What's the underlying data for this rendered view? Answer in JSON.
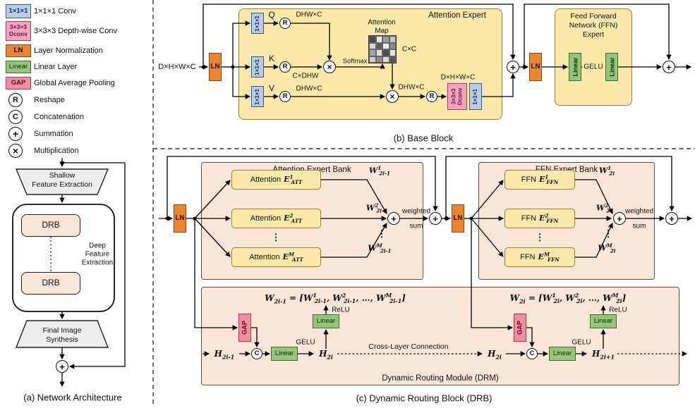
{
  "colors": {
    "blue_fill": "#b9cde7",
    "blue_border": "#39598c",
    "dconv_fill": "#f2a3c0",
    "dconv_border": "#ad3a68",
    "ln_fill": "#e9862e",
    "ln_border": "#8a4513",
    "linear_fill": "#94c47d",
    "linear_border": "#3e6b27",
    "gap_fill": "#f28da1",
    "gap_border": "#a83a50",
    "expert_fill": "#fce9a9",
    "expert_border": "#94803a",
    "peach_fill": "#fbe5d7",
    "trap_fill": "#ededed"
  },
  "sym": {
    "r": "R",
    "c": "C",
    "sum": "+",
    "mul": "×",
    "vdots": "⋮"
  },
  "legend": {
    "conv_box": "1×1×1",
    "conv_label": "1×1×1  Conv",
    "dconv_box_l1": "3×3×3",
    "dconv_box_l2": "Dconv",
    "dconv_label": "3×3×3 Depth-wise  Conv",
    "ln_box": "LN",
    "ln_label": "Layer Normalization",
    "linear_box": "Linear",
    "linear_label": "Linear Layer",
    "gap_box": "GAP",
    "gap_label": "Global Average Pooling",
    "reshape_label": "Reshape",
    "concat_label": "Concatenation",
    "sum_label": "Summation",
    "mul_label": "Multiplication"
  },
  "arch": {
    "shallow_l1": "Shallow",
    "shallow_l2": "Feature Extraction",
    "drb": "DRB",
    "deep_l1": "Deep",
    "deep_l2": "Feature",
    "deep_l3": "Extraction",
    "final_l1": "Final Image",
    "final_l2": "Synthesis",
    "caption": "(a) Network Architecture"
  },
  "base": {
    "input": "D×H×W×C",
    "ln": "LN",
    "attn_title": "Attention Expert",
    "conv": "1×1×1",
    "q": "Q",
    "k": "K",
    "v": "V",
    "q_dim": "DHW×C",
    "k_dim": "C×DHW",
    "v_dim": "DHW×C",
    "out_dim": "DHW×C",
    "post_dim": "D×H×W×C",
    "softmax": "Softmax",
    "map_l1": "Attention",
    "map_l2": "Map",
    "map_dim": "C×C",
    "map_cells": [
      "#4a4a4a",
      "#e8e8e8",
      "#9a9a9a",
      "#c4c4c4",
      "#d6d6d6",
      "#5a5a5a",
      "#ececec",
      "#8a8a8a",
      "#a2a2a2",
      "#dcdcdc",
      "#4f4f4f",
      "#e2e2e2",
      "#cccccc",
      "#8f8f8f",
      "#dadada",
      "#565656"
    ],
    "dconv_l1": "3×3×3",
    "dconv_l2": "Dconv",
    "ffn_title_l1": "Feed Forward",
    "ffn_title_l2": "Network (FFN)",
    "ffn_title_l3": "Expert",
    "linear": "Linear",
    "gelu": "GELU",
    "caption": "(b) Base Block"
  },
  "drb": {
    "ln": "LN",
    "att_bank_title": "Attention Expert Bank",
    "ffn_bank_title": "FFN Expert Bank",
    "att_prefix": "Attention",
    "ffn_prefix": "FFN",
    "att_e1": "E^{1}_{ATT}",
    "att_e2": "E^{2}_{ATT}",
    "att_eM": "E^{M}_{ATT}",
    "ffn_e1": "E^{1}_{FFN}",
    "ffn_e2": "E^{2}_{FFN}",
    "ffn_eM": "E^{M}_{FFN}",
    "w1_att": "W^{1}_{2i-1}",
    "w2_att": "W^{2}_{2i-1}",
    "wM_att": "W^{M}_{2i-1}",
    "w1_ffn": "W^{1}_{2i}",
    "w2_ffn": "W^{2}_{2i}",
    "wM_ffn": "W^{M}_{2i}",
    "weighted_l1": "weighted",
    "weighted_l2": "sum",
    "formula_att": "W_{2i-1} = [W^{1}_{2i-1}, W^{2}_{2i-1}, …, W^{M}_{2i-1}]",
    "formula_ffn": "W_{2i} = [W^{1}_{2i}, W^{2}_{2i}, …, W^{M}_{2i}]",
    "gap": "GAP",
    "linear": "Linear",
    "gelu": "GELU",
    "relu": "ReLU",
    "h_in": "H_{2i-1}",
    "h_mid": "H_{2i}",
    "h_out": "H_{2i+1}",
    "cross": "Cross-Layer Connection",
    "drm_title": "Dynamic Routing Module (DRM)",
    "caption": "(c) Dynamic Routing Block (DRB)"
  }
}
